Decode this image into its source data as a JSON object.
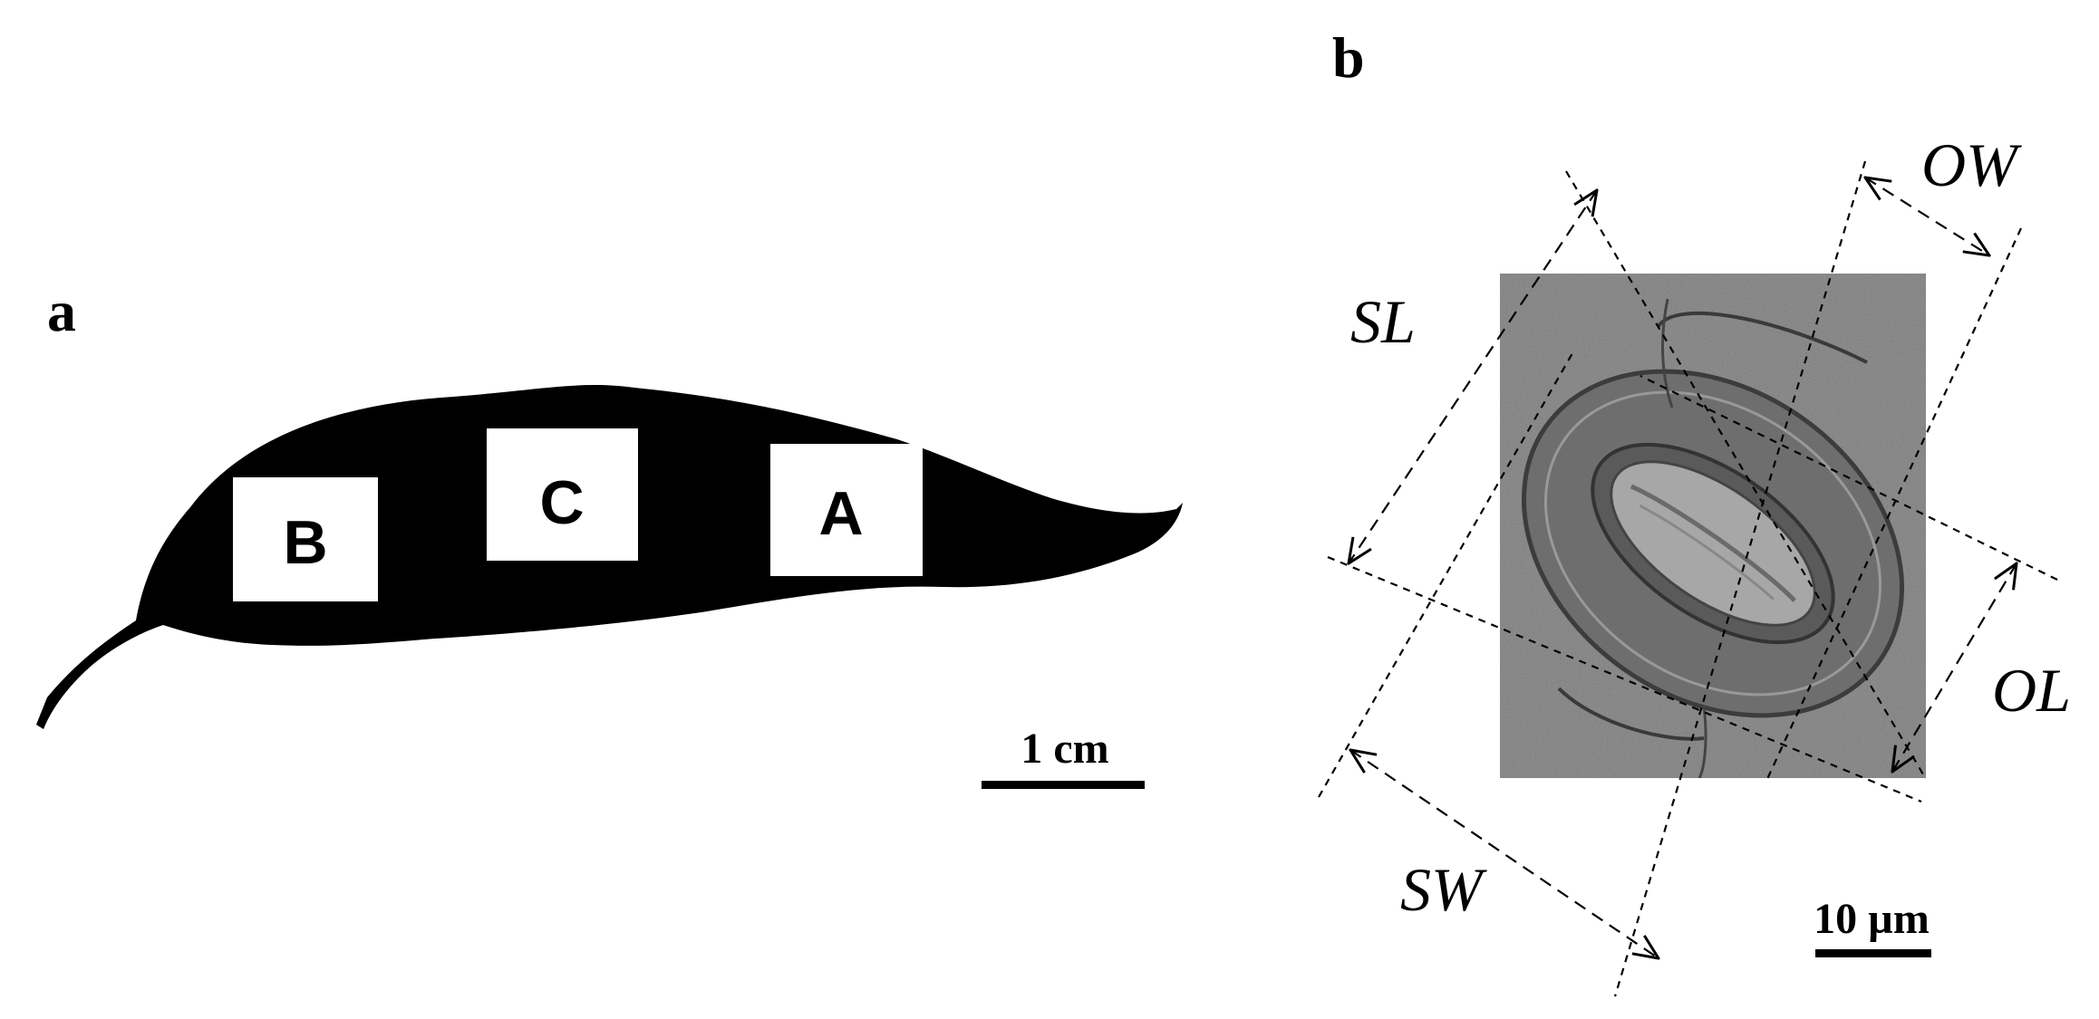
{
  "panel_a": {
    "label": "a",
    "regions": [
      {
        "id": "B",
        "label": "B"
      },
      {
        "id": "C",
        "label": "C"
      },
      {
        "id": "A",
        "label": "A"
      }
    ],
    "scale_bar": {
      "label": "1 cm"
    }
  },
  "panel_b": {
    "label": "b",
    "measurements": [
      {
        "id": "SL",
        "label": "SL"
      },
      {
        "id": "SW",
        "label": "SW"
      },
      {
        "id": "OW",
        "label": "OW"
      },
      {
        "id": "OL",
        "label": "OL"
      }
    ],
    "scale_bar": {
      "label": "10 µm"
    }
  }
}
